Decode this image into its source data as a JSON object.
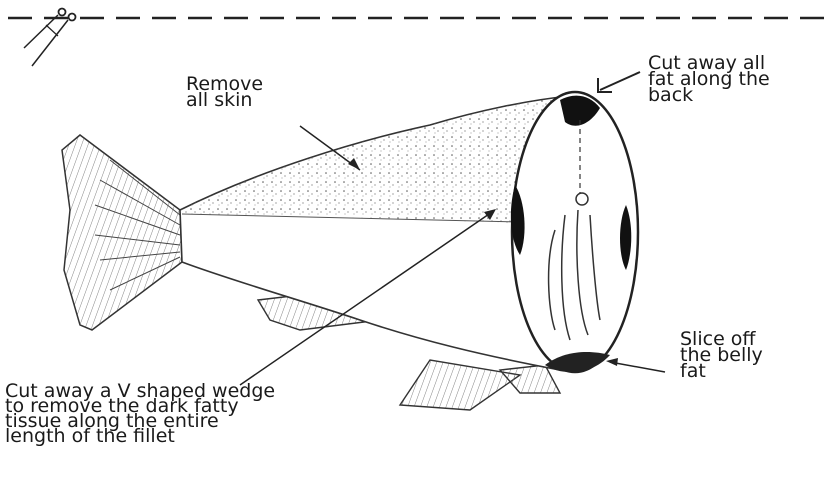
{
  "labels": {
    "remove_skin": "Remove\nall skin",
    "back_fat": "Cut away all\nfat along the\nback",
    "belly_fat": "Slice off\nthe belly\nfat",
    "v_wedge": "Cut away a V shaped wedge\nto remove the dark fatty\ntissue along the entire\nlength of the fillet"
  },
  "icons": {
    "cut_line": "scissors-icon"
  }
}
